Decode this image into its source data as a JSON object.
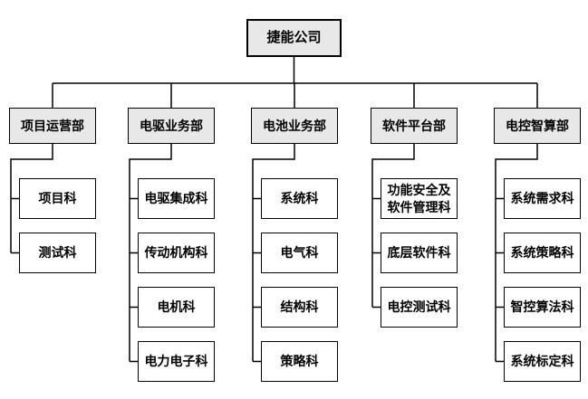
{
  "diagram": {
    "type": "org-chart",
    "root": {
      "label": "捷能公司"
    },
    "departments": [
      {
        "label": "项目运营部",
        "children": [
          "项目科",
          "测试科"
        ]
      },
      {
        "label": "电驱业务部",
        "children": [
          "电驱集成科",
          "传动机构科",
          "电机科",
          "电力电子科"
        ]
      },
      {
        "label": "电池业务部",
        "children": [
          "系统科",
          "电气科",
          "结构科",
          "策略科"
        ]
      },
      {
        "label": "软件平台部",
        "children": [
          "功能安全及\n软件管理科",
          "底层软件科",
          "电控测试科"
        ]
      },
      {
        "label": "电控智算部",
        "children": [
          "系统需求科",
          "系统策略科",
          "智控算法科",
          "系统标定科"
        ]
      }
    ],
    "colors": {
      "level0_fill": "#e8e8e8",
      "level1_fill": "#e8e8e8",
      "level2_fill": "#ffffff",
      "border": "#000000",
      "connector": "#000000",
      "background": "#ffffff"
    }
  }
}
